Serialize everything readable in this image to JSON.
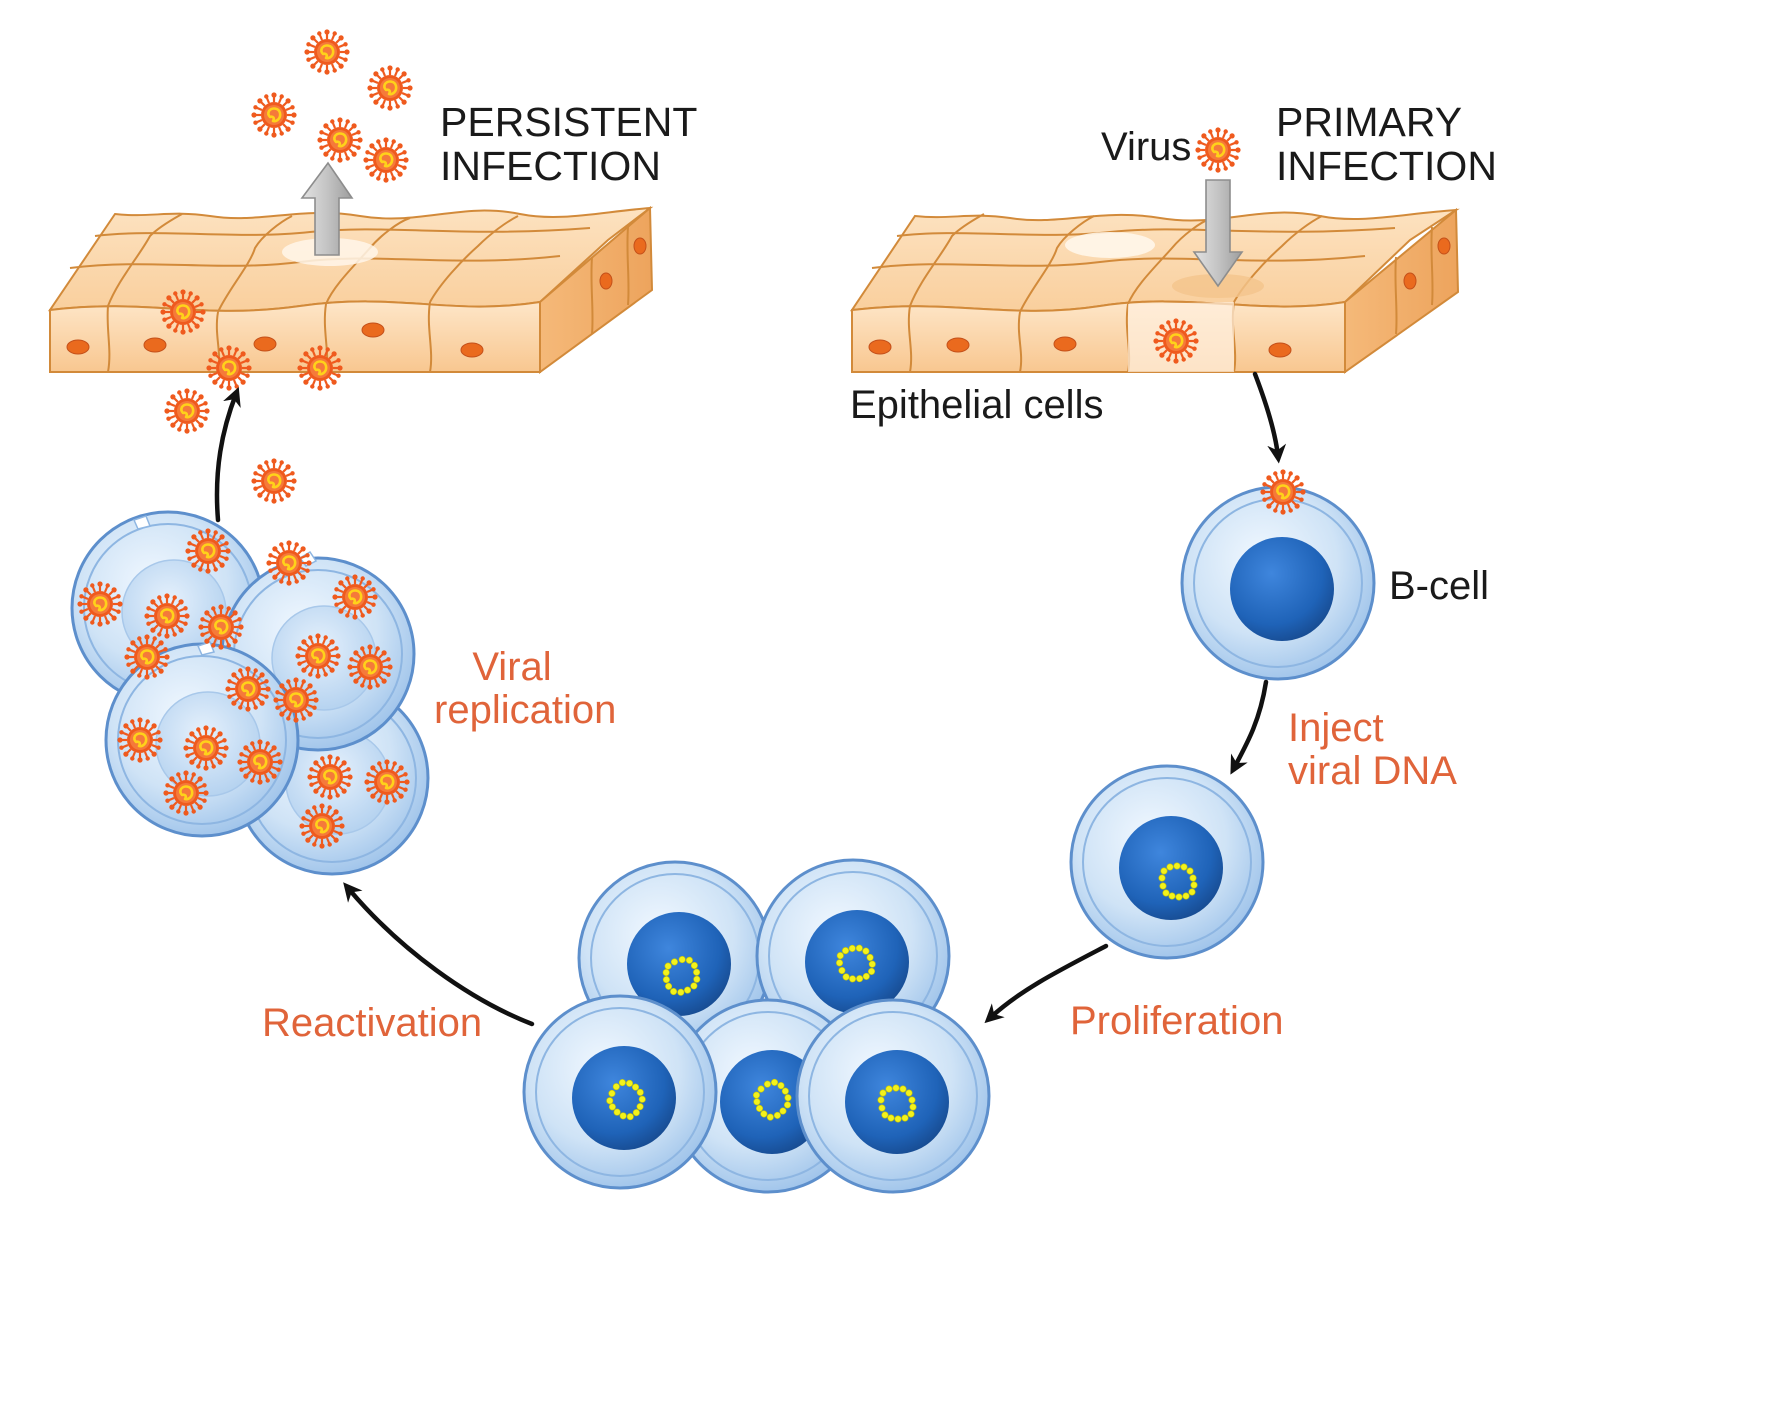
{
  "labels": {
    "persistent_infection_line1": "PERSISTENT",
    "persistent_infection_line2": "INFECTION",
    "primary_infection_line1": "PRIMARY",
    "primary_infection_line2": "INFECTION",
    "virus": "Virus",
    "epithelial_cells": "Epithelial cells",
    "b_cell": "B-cell",
    "inject_line1": "Inject",
    "inject_line2": "viral DNA",
    "proliferation": "Proliferation",
    "reactivation": "Reactivation",
    "viral_replication_line1": "Viral",
    "viral_replication_line2": "replication"
  },
  "colors": {
    "label_dark": "#1a1a1a",
    "label_orange": "#e0643a",
    "epithelium": "#fbd5a8",
    "epithelium_line": "#d28a3a",
    "nucleus_small": "#ea6a1e",
    "cell_membrane": "#5d8fcc",
    "cell_cytoplasm": "#cfe3f6",
    "cell_nucleus": "#1f63b8",
    "viral_dna": "#f3f21c",
    "virus_body": "#ef5a1e",
    "virus_core": "#ffd21a",
    "arrow": "#111111",
    "gray_arrow": "#c9c9c9"
  },
  "icons": [
    "virus-icon",
    "b-cell-icon",
    "epithelium-block-icon",
    "cycle-arrow-icon"
  ]
}
